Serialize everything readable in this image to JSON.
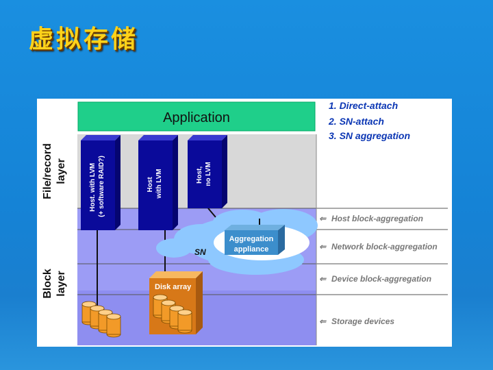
{
  "title": "虚拟存储",
  "layers": {
    "file_record": "File/record layer",
    "block": "Block layer"
  },
  "application_label": "Application",
  "hosts": [
    {
      "label": "Host. with LVM (+ software RAID?)"
    },
    {
      "label": "Host with LVM"
    },
    {
      "label": "Host, no LVM"
    }
  ],
  "sn_label": "SN",
  "aggregation_label": "Aggregation appliance",
  "disk_array_label": "Disk array",
  "legend": [
    "1. Direct-attach",
    "2. SN-attach",
    "3. SN aggregation"
  ],
  "aggregation_levels": [
    "Host block-aggregation",
    "Network block-aggregation",
    "Device block-aggregation",
    "Storage devices"
  ],
  "colors": {
    "title": "#ffd21a",
    "background": "#1a8fe0",
    "application": "#1fcf8a",
    "host_block": "#9a9af2",
    "host": "#0a0a9a",
    "cloud": "#8ec8ff",
    "appliance": "#3c8ecc",
    "disk": "#f29a28",
    "legend_text": "#0b36b4"
  }
}
